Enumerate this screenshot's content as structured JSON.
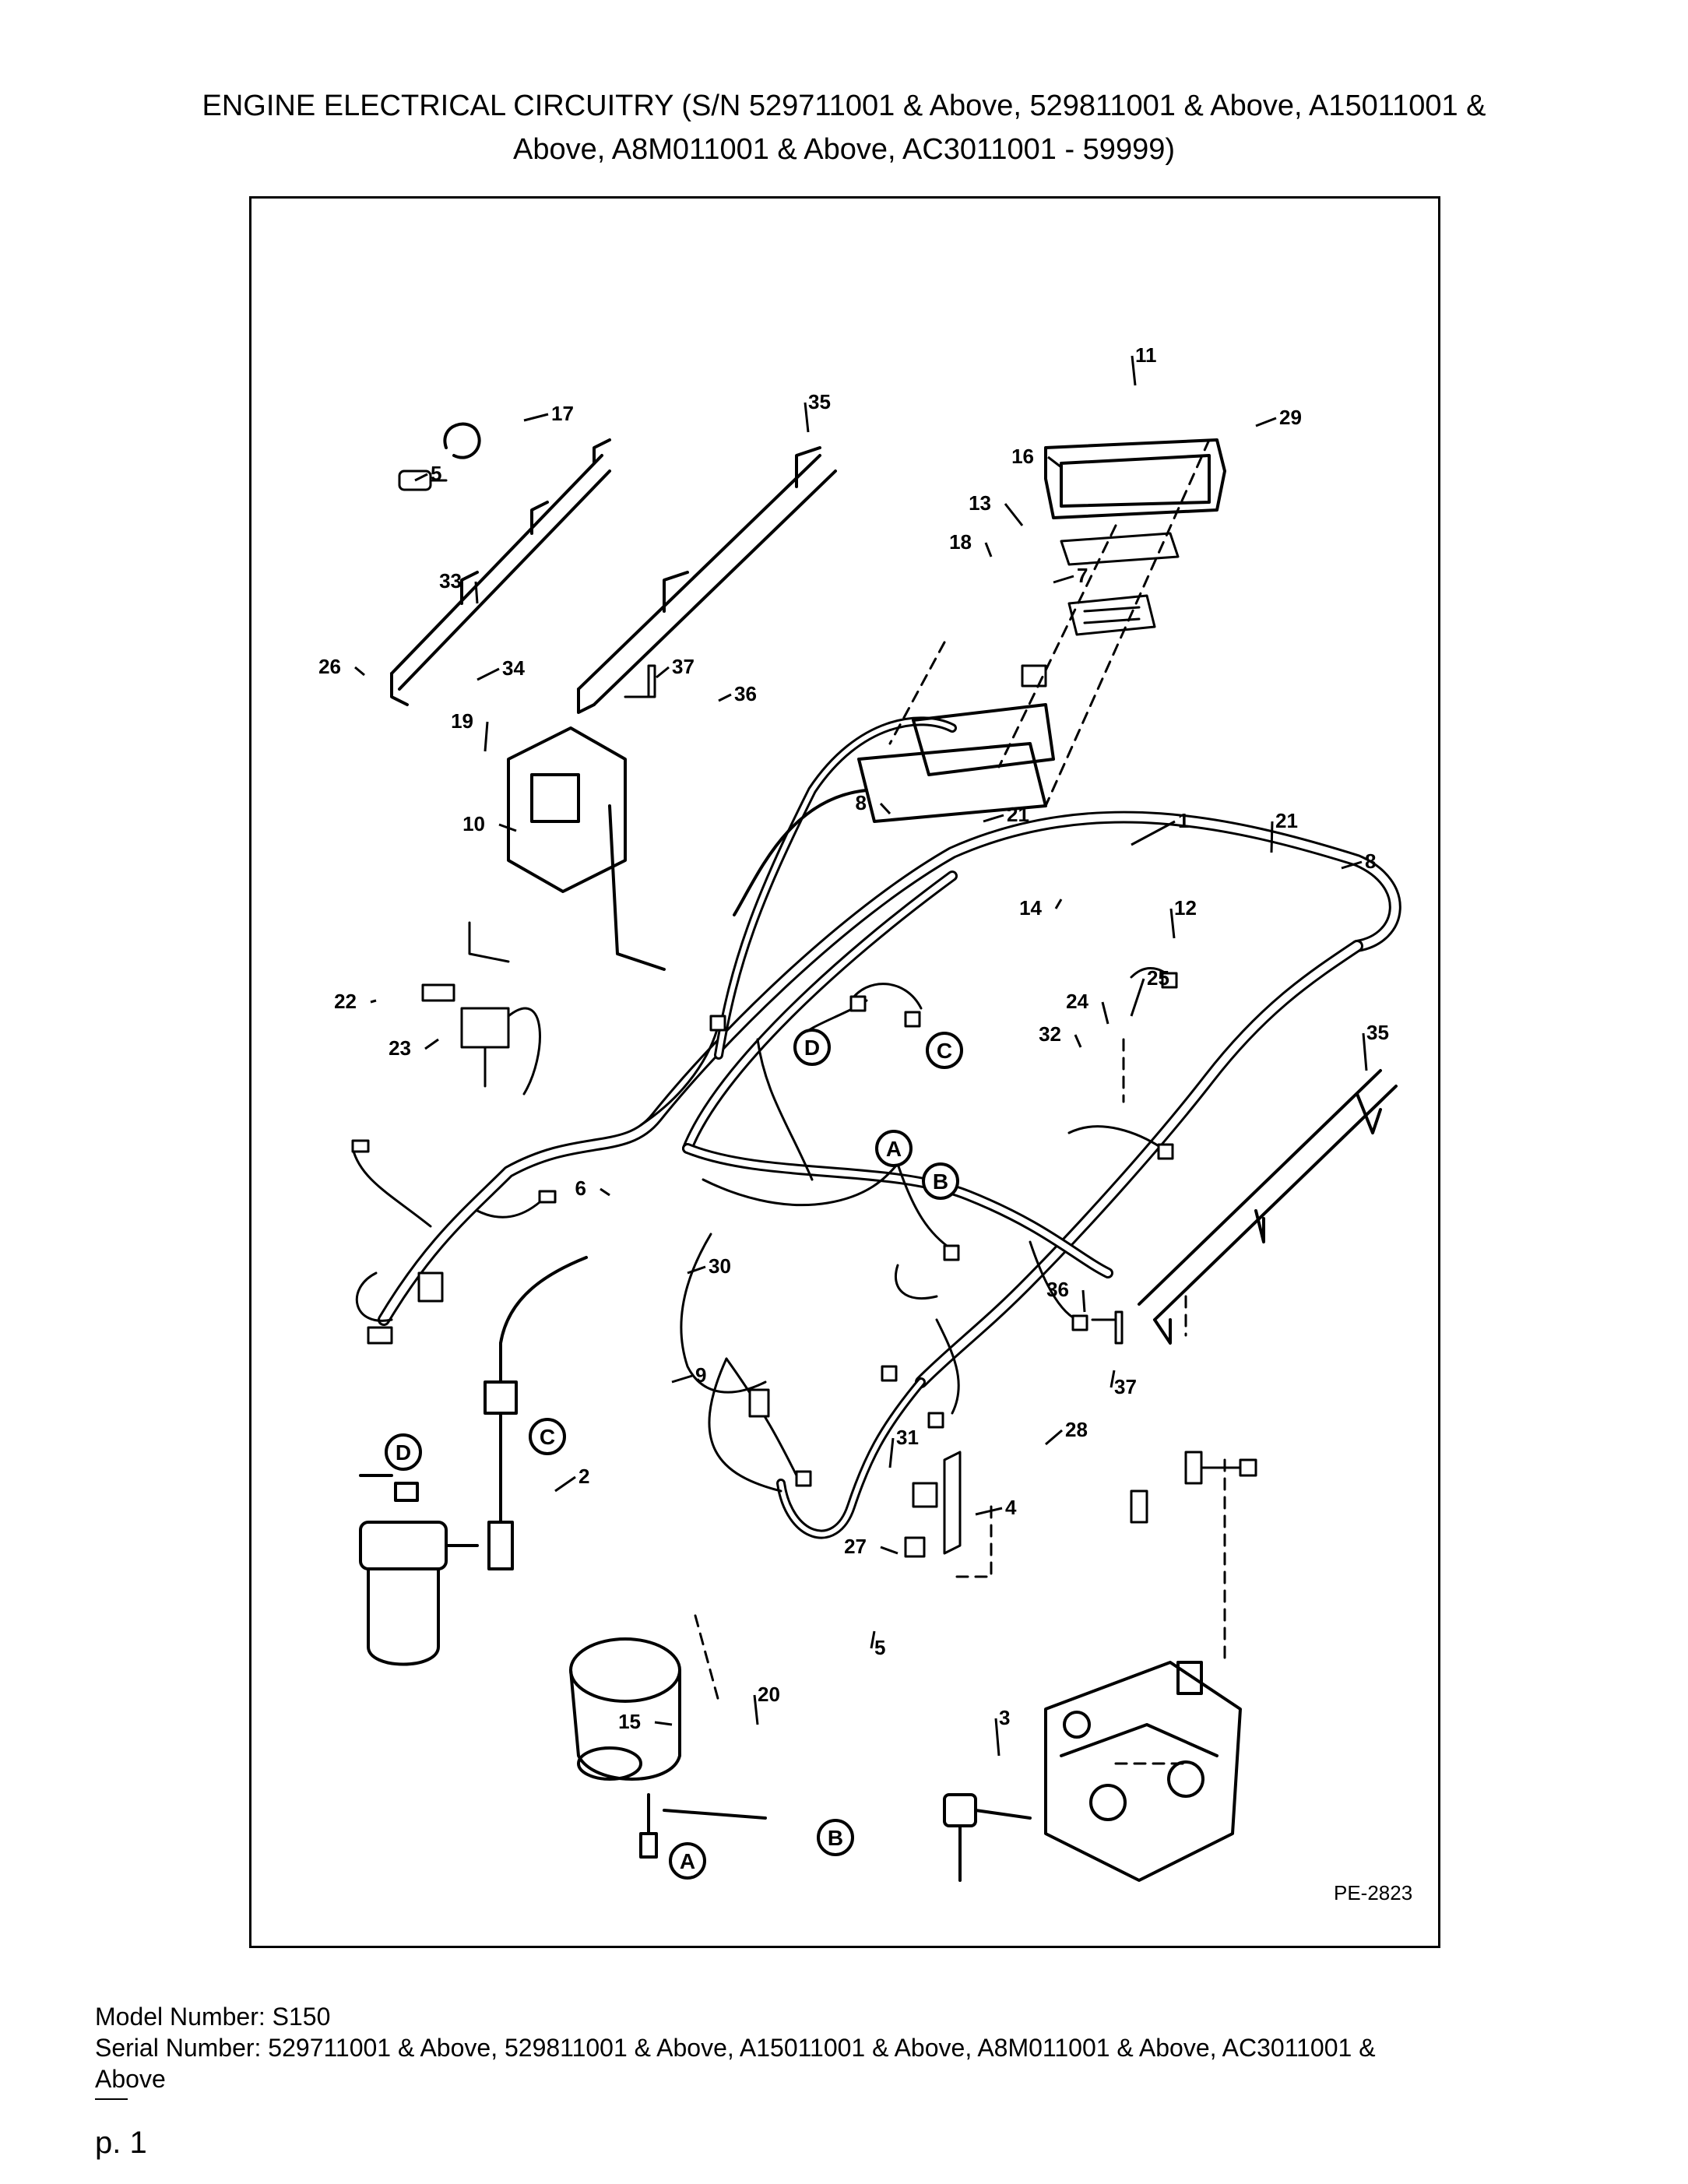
{
  "header": {
    "title_line1": "ENGINE ELECTRICAL CIRCUITRY (S/N 529711001 & Above, 529811001 & Above, A15011001 &",
    "title_line2": "Above, A8M011001 & Above, AC3011001 - 59999)"
  },
  "diagram": {
    "drawing_code": "PE-2823",
    "callouts": [
      "1",
      "2",
      "3",
      "4",
      "5",
      "5",
      "6",
      "7",
      "8",
      "8",
      "9",
      "10",
      "11",
      "12",
      "13",
      "14",
      "15",
      "16",
      "17",
      "18",
      "19",
      "20",
      "21",
      "21",
      "22",
      "23",
      "24",
      "25",
      "26",
      "27",
      "28",
      "29",
      "30",
      "31",
      "32",
      "33",
      "34",
      "35",
      "35",
      "36",
      "36",
      "37",
      "37"
    ],
    "connectors": [
      "A",
      "A",
      "B",
      "B",
      "C",
      "C",
      "D",
      "D"
    ]
  },
  "footer": {
    "model_line": "Model Number: S150",
    "serial_line1": "Serial Number: 529711001 & Above, 529811001 & Above, A15011001 & Above, A8M011001 & Above, AC3011001 &",
    "serial_line2": "Above",
    "page": "p. 1"
  }
}
